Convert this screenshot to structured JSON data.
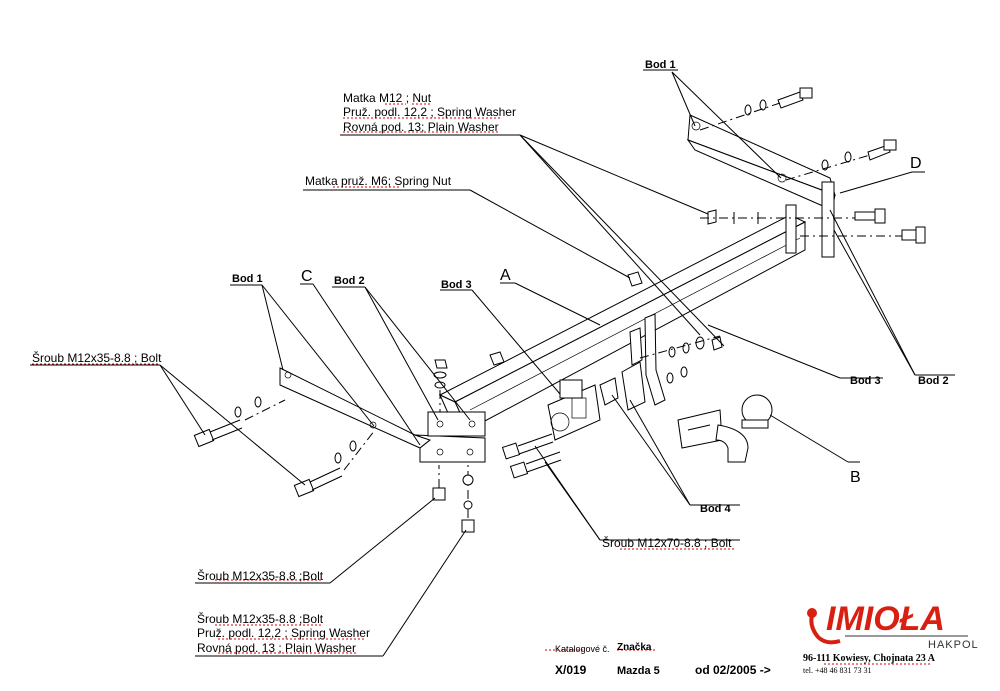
{
  "labels": {
    "bod1_top": "Bod 1",
    "bod1_left": "Bod 1",
    "bod2_right": "Bod 2",
    "bod2_left": "Bod 2",
    "bod3_right": "Bod 3",
    "bod3_left": "Bod 3",
    "bod4": "Bod 4",
    "A": "A",
    "B": "B",
    "C": "C",
    "D": "D"
  },
  "callouts": {
    "nut_group": [
      "Matka  M12 ; Nut",
      "Pruž. podl. 12,2 ; Spring Washer",
      "Rovná pod. 13; Plain Washer"
    ],
    "spring_nut": "Matka  pruž. M6; Spring Nut",
    "bolt_left": "Šroub M12x35-8.8 ;  Bolt",
    "bolt_bottom": "Šroub M12x35-8.8 ;Bolt",
    "bolt_group": [
      "Šroub M12x35-8.8 ;Bolt",
      "Pruž. podl. 12,2 ; Spring Washer",
      "Rovná pod. 13 ; Plain Washer"
    ],
    "bolt_m12x70": "Šroub M12x70-8.8 ;  Bolt"
  },
  "title_block": {
    "catalog_label": "Katalogové č.",
    "catalog_value": "X/019",
    "brand_label": "Značka",
    "brand_value": "Mazda 5",
    "date": "od  02/2005 ->"
  },
  "company": {
    "logo": "IMIOŁA",
    "sub": "HAKPOL",
    "address": "96-111 Kowiesy, Chojnata 23 A",
    "phone": "tel. +48 46 831 73 31",
    "accent": "#d81f12"
  }
}
